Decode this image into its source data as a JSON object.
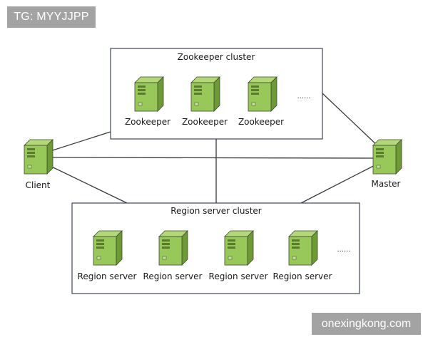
{
  "watermarks": {
    "top_left": "TG: MYYJJPP",
    "bottom_right": "onexingkong.com"
  },
  "colors": {
    "server_light": "#a9d06a",
    "server_mid": "#8ec04e",
    "server_dark": "#6e9a36",
    "outline": "#3d4a2e",
    "line": "#3a3a3a",
    "box_border": "#3e4756"
  },
  "zookeeper_cluster": {
    "title": "Zookeeper cluster",
    "nodes": [
      "Zookeeper",
      "Zookeeper",
      "Zookeeper"
    ],
    "ellipsis": "......"
  },
  "region_cluster": {
    "title": "Region server cluster",
    "nodes": [
      "Region server",
      "Region server",
      "Region server",
      "Region server"
    ],
    "ellipsis": "......"
  },
  "client": {
    "label": "Client"
  },
  "master": {
    "label": "Master"
  }
}
